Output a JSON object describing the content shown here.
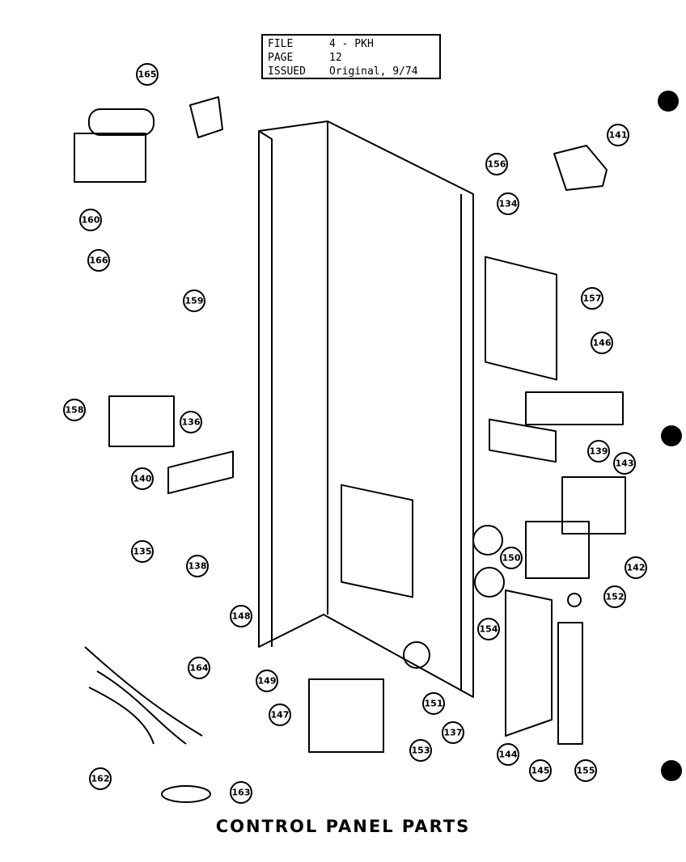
{
  "file_info": {
    "file_label": "FILE",
    "file_value": "4 - PKH",
    "page_label": "PAGE",
    "page_value": "12",
    "issued_label": "ISSUED",
    "issued_value": "Original, 9/74"
  },
  "caption": "CONTROL PANEL PARTS",
  "callouts": [
    "165",
    "160",
    "166",
    "159",
    "158",
    "136",
    "140",
    "135",
    "138",
    "148",
    "149",
    "147",
    "164",
    "162",
    "163",
    "156",
    "134",
    "141",
    "157",
    "146",
    "139",
    "143",
    "150",
    "142",
    "154",
    "152",
    "151",
    "137",
    "153",
    "144",
    "145",
    "155"
  ]
}
